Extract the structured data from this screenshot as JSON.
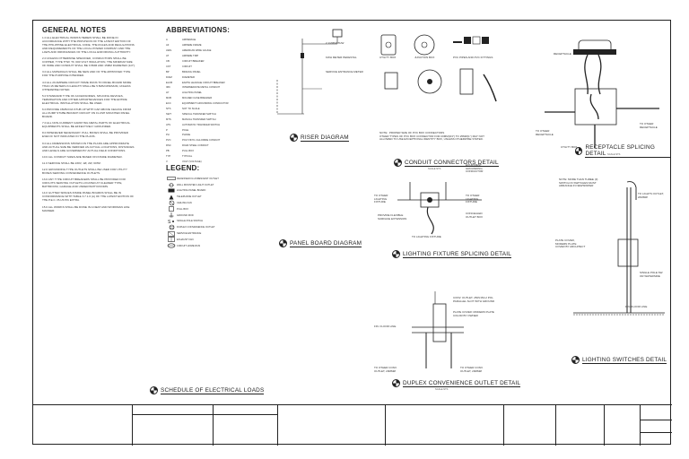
{
  "general_notes": {
    "title": "GENERAL NOTES",
    "items": [
      "1.0 ALL ELECTRICAL WORKS HEREIN SHALL BE DONE IN ACCORDANCE WITH THE PROVISION OF THE LATEST EDITION OF THE PHILIPPINE ELECTRICAL CODE, THE RULES AND REGULATIONS AND REQUIREMENTS OF THE LOCAL POWER COMPANY AND THE LAWS AND ORDINANCES OF THE LOCAL ENFORCING AUTHORITY.",
      "2.0 UNLESS OTHERWISE SPECIFIED, CONDUCTORS SHALL BE COPPER, TYPE THW, TF, 600 VOLT INSULATION, THE MINIMUM SIZE OF WIRE AND CONDUIT SHALL BE 3.5mm AND 15mm DIAMETER (1/2\").",
      "3.0 ALL MATERIALS SHALL BE NEW AND OF THE APPROVED TYPE FOR THE PURPOSE INTENDED.",
      "4.0 ALL 20 AMPERE CIRCUIT HOME RUNS TO PANEL BOARD MORE THAN 15 METERS IN LENGTH SHALL BE 5.5mm MINIMUM, UNLESS OTHERWISE NOTED.",
      "5.0 STANDARD TYPE OF ACCESSORIES, SPLICING DEVICES, TERMINATION AND OTHER APPURTENANCES FOR THE ENTIRE ELECTRICAL INSTALLATION SHALL BE USED.",
      "6.0 PROVIDE 15mm DIA STUB UP WITH CAP ABOVE CEILING FROM ALL DUMP STUBE BRANCH CIRCUIT ON FLUSH MOUNTED PANEL BOARD.",
      "7.0 ALL NON-CURRENT CARRYING METAL PARTS OF ELECTRICAL EQUIPMENTS SHALL BE EFFECTIVELY GROUNDED.",
      "8.0 WHENEVER NECESSARY, PULL BOXES SHALL BE PROVIDED EVEN IF NOT INDICATED IN THE PLANS.",
      "9.0 ALL DIMENSIONS SHOWN ON THE PLANS ARE APPROXIMATE AND ACTUAL SIZE BE VERIFIED AS ACTUAL LOCATIONS, DISTANCES AND LEVELS ARE GOVERNED BY ACTUAL FIELD CONDITIONS.",
      "10.0 ALL CONDUIT SIZES ARE BASED ON INSIDE DIAMETER.",
      "11.0 SERVICE SHALL BE 230V, 1Ø, 2W, 60Hz.",
      "12.0 GROUNDING TYPE OUTLETS SHALL BE USED FOR UTILITY BOXES SERVING CONVENIENCE OUTLETS.",
      "13.0 ANY TYPE CIRCUIT BREAKERS SHALL BE PROVIDED FOR CIRCUITS SERVING OUTLETS LOCATED AT CLEANER TYPE, BATHROOM, GARAGE AND UNDER BATH ROOMS.",
      "14.0 GUTTER SPACES INSIDE PANEL BOARDS SHALL BE IN CONFORMANCE WITH TABLE 3.7.1.6 (A) OF THE LATEST EDITION OF THE P.E.C. PLUS 5% EXTRA.",
      "15.0 ALL WORKS SHALL BE DONE IN A NEAT AND WORKMAN LIKE MANNER."
    ]
  },
  "abbreviations": {
    "title": "ABBREVIATIONS:",
    "items": [
      {
        "k": "A",
        "v": "AMPERAGE"
      },
      {
        "k": "AF",
        "v": "AMPERE FRAME"
      },
      {
        "k": "AWG",
        "v": "AMERICAN WIRE GAUGE"
      },
      {
        "k": "AT",
        "v": "AMPERE TRIP"
      },
      {
        "k": "CB",
        "v": "CIRCUIT BREAKER"
      },
      {
        "k": "CKT",
        "v": "CIRCUIT"
      },
      {
        "k": "BP",
        "v": "BRANCH PANEL"
      },
      {
        "k": "DIAM",
        "v": "DIAMETER"
      },
      {
        "k": "ELCB",
        "v": "EARTH LEAKAGE CIRCUIT BREAKER"
      },
      {
        "k": "IMC",
        "v": "INTERMEDIATE METAL CONDUIT"
      },
      {
        "k": "LP",
        "v": "LIGHTING PANEL"
      },
      {
        "k": "MCB",
        "v": "MOLDED CASE BREAKER"
      },
      {
        "k": "ECC",
        "v": "EQUIPMENT GROUNDING CONDUCTOR"
      },
      {
        "k": "NTS",
        "v": "NOT TO SCALE"
      },
      {
        "k": "SWT",
        "v": "SPECIAL TRANSFER SWITCH"
      },
      {
        "k": "MTS",
        "v": "MANUAL TRANSFER SWITCH"
      },
      {
        "k": "ATS",
        "v": "AUTOMATIC TRANSFER SWITCH"
      },
      {
        "k": "P",
        "v": "POLE"
      },
      {
        "k": "PH",
        "v": "PHASE"
      },
      {
        "k": "PVC",
        "v": "POLYVINYL CHLORIDE CONDUIT"
      },
      {
        "k": "RSC",
        "v": "RIGID STEEL CONDUIT"
      },
      {
        "k": "PB",
        "v": "PULL BOX"
      },
      {
        "k": "TYP",
        "v": "TYPICAL"
      },
      {
        "k": "V",
        "v": "VOLT (VOLTAGE)"
      }
    ]
  },
  "legend": {
    "title": "LEGEND:",
    "items": [
      "RECESSED FLUORESCENT OUTLET",
      "WALL MOUNTED LIGHT OUTLET",
      "LIGHTING PANEL BOARD",
      "TELEPHONE OUTLET",
      "CEILING FAN",
      "PULL BOX",
      "GROUND ROD",
      "SINGLE POLE SWITCH",
      "DUPLEX CONVENIENCE OUTLET",
      "SERVICE ENTRANCE",
      "EXHAUST FAN",
      "CIRCUIT HOME RUN"
    ]
  },
  "details": {
    "riser": {
      "title": "RISER DIAGRAM",
      "labels": [
        "2 1/2mm² THW",
        "KWH METER PEDESTAL",
        "SERVICE ENTRANCE METER"
      ]
    },
    "conduit": {
      "title": "CONDUIT CONNECTORS DETAIL",
      "labels": [
        "UTILITY BOX",
        "JUNCTION BOX",
        "PVC PIPES AND PVC FITTINGS"
      ],
      "note_label": "NOTE:",
      "note": "PROPER SIZE OF PVC BOX CONNECTORS",
      "note2": "OTHER TYPES OF PVC BOX CONNECTOR FOR 20mm(3/4\") TO 25mm(1\") MAY NOT ALLOWED TO USE EXCEPTIONAL IDENTITY BOX, UNLESS OTHERWISE STATED."
    },
    "receptacle": {
      "title": "RECEPTACLE SPLICING DETAIL",
      "labels": [
        "RECEPTACLE",
        "TO OTHER RECEPTACLE",
        "TO OTHER RECEPTACLE",
        "UTILITY BOX"
      ]
    },
    "panel": {
      "title": "PANEL BOARD DIAGRAM"
    },
    "lighting_fixture": {
      "title": "LIGHTING FIXTURE SPLICING DETAIL",
      "labels": [
        "EQUIPMENT GROUNDING CONDUCTOR",
        "TO OTHER LIGHTING FIXTURE",
        "TO OTHER LIGHTING FIXTURE",
        "CONCEALED OUTLET BOX",
        "PROVIDE FLEXIBLE SURFACE EXTENSION",
        "TO LIGHTING FIXTURE"
      ]
    },
    "lighting_switches": {
      "title": "LIGHTING SWITCHES DETAIL",
      "labels": [
        "NOTE: MORE THAN THREE (3) SWITCH IN SWITCHES MUST ARRANGE IN NEWSPAPER",
        "TO LIGHTS OUTLET, 20mmØ",
        "PLATE COVER, MODERN PLATE COVER BY ARCHITECT",
        "SINGLE POLE SW. OR WATERSIDE",
        "FIN. FLOOR LINE"
      ]
    },
    "duplex": {
      "title": "DUPLEX CONVENIENCE OUTLET DETAIL",
      "labels": [
        "CONV. OUTLET, 250V15A 2 POL PARALLEL SLOT WITH GROUND",
        "PLATE COVER: MODERN PLATE COLOR BY OWNER",
        "FIN. FLOOR LINE",
        "TO OTHER CONV. OUTLET, 20mmØ",
        "TO OTHER CONV. OUTLET, 20mmØ"
      ]
    },
    "schedule": {
      "title": "SCHEDULE OF ELECTRICAL LOADS"
    },
    "scale_note": "SCALE     NTS"
  }
}
